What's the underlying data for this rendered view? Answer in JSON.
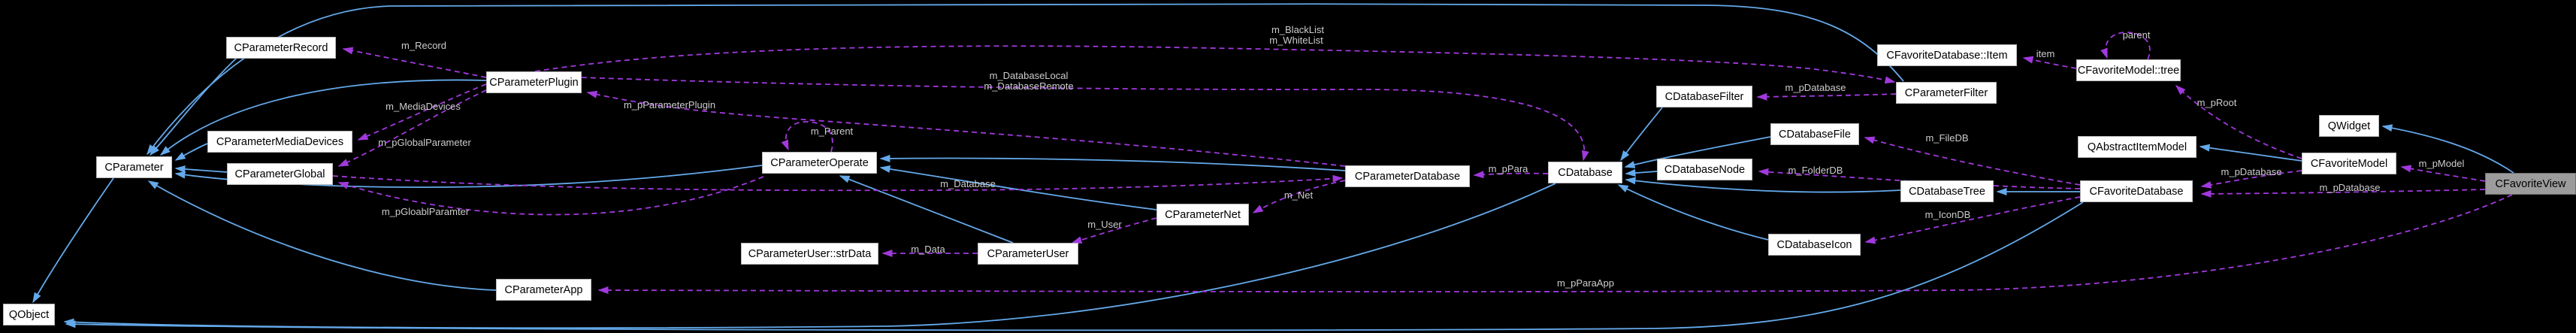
{
  "diagram": {
    "type": "collaboration-graph",
    "nodes": [
      {
        "id": "CParameterRecord",
        "label": "CParameterRecord"
      },
      {
        "id": "CParameterMediaDevices",
        "label": "CParameterMediaDevices"
      },
      {
        "id": "CParameter",
        "label": "CParameter"
      },
      {
        "id": "CParameterGlobal",
        "label": "CParameterGlobal"
      },
      {
        "id": "QObject",
        "label": "QObject"
      },
      {
        "id": "CParameterPlugin",
        "label": "CParameterPlugin"
      },
      {
        "id": "CParameterOperate",
        "label": "CParameterOperate"
      },
      {
        "id": "CParameterApp",
        "label": "CParameterApp"
      },
      {
        "id": "CParameterUserStrData",
        "label": "CParameterUser::strData"
      },
      {
        "id": "CParameterUser",
        "label": "CParameterUser"
      },
      {
        "id": "CParameterNet",
        "label": "CParameterNet"
      },
      {
        "id": "CParameterDatabase",
        "label": "CParameterDatabase"
      },
      {
        "id": "CDatabase",
        "label": "CDatabase"
      },
      {
        "id": "CDatabaseFilter",
        "label": "CDatabaseFilter"
      },
      {
        "id": "CDatabaseFile",
        "label": "CDatabaseFile"
      },
      {
        "id": "CDatabaseNode",
        "label": "CDatabaseNode"
      },
      {
        "id": "CDatabaseTree",
        "label": "CDatabaseTree"
      },
      {
        "id": "CDatabaseIcon",
        "label": "CDatabaseIcon"
      },
      {
        "id": "CFavoriteDatabaseItem",
        "label": "CFavoriteDatabase::Item"
      },
      {
        "id": "CParameterFilter",
        "label": "CParameterFilter"
      },
      {
        "id": "CFavoriteModelTree",
        "label": "CFavoriteModel::tree"
      },
      {
        "id": "QAbstractItemModel",
        "label": "QAbstractItemModel"
      },
      {
        "id": "CFavoriteDatabase",
        "label": "CFavoriteDatabase"
      },
      {
        "id": "QWidget",
        "label": "QWidget"
      },
      {
        "id": "CFavoriteModel",
        "label": "CFavoriteModel"
      },
      {
        "id": "CFavoriteView",
        "label": "CFavoriteView",
        "highlighted": true
      }
    ],
    "edge_labels": [
      {
        "id": "m_Record",
        "text": "m_Record"
      },
      {
        "id": "m_MediaDevices",
        "text": "m_MediaDevices"
      },
      {
        "id": "m_pGlobalParameter",
        "text": "m_pGlobalParameter"
      },
      {
        "id": "m_pGloablParamter",
        "text": "m_pGloablParamter"
      },
      {
        "id": "m_BlackList",
        "text": "m_BlackList"
      },
      {
        "id": "m_WhiteList",
        "text": "m_WhiteList"
      },
      {
        "id": "m_DatabaseLocal",
        "text": "m_DatabaseLocal"
      },
      {
        "id": "m_DatabaseRemote",
        "text": "m_DatabaseRemote"
      },
      {
        "id": "m_pParameterPlugin",
        "text": "m_pParameterPlugin"
      },
      {
        "id": "m_Parent",
        "text": "m_Parent"
      },
      {
        "id": "m_Database",
        "text": "m_Database"
      },
      {
        "id": "m_Net",
        "text": "m_Net"
      },
      {
        "id": "m_User",
        "text": "m_User"
      },
      {
        "id": "m_Data",
        "text": "m_Data"
      },
      {
        "id": "m_pPara",
        "text": "m_pPara"
      },
      {
        "id": "m_pDatabase_filter",
        "text": "m_pDatabase"
      },
      {
        "id": "m_FileDB",
        "text": "m_FileDB"
      },
      {
        "id": "m_FolderDB",
        "text": "m_FolderDB"
      },
      {
        "id": "m_IconDB",
        "text": "m_IconDB"
      },
      {
        "id": "item",
        "text": "item"
      },
      {
        "id": "parent",
        "text": "parent"
      },
      {
        "id": "m_pRoot",
        "text": "m_pRoot"
      },
      {
        "id": "m_pModel",
        "text": "m_pModel"
      },
      {
        "id": "m_pDatabase_model",
        "text": "m_pDatabase"
      },
      {
        "id": "m_pDatabase_view",
        "text": "m_pDatabase"
      },
      {
        "id": "m_pParaApp",
        "text": "m_pParaApp"
      }
    ],
    "colors": {
      "background": "#000000",
      "inheritance_edge": "#64a9ea",
      "usage_edge": "#a139dd",
      "node_fill": "#fefefe",
      "node_border": "#b9b9b9",
      "highlight_fill": "#9c9c9c",
      "highlight_border": "#6e6e6e",
      "node_text": "#000000",
      "edge_label_text": "#cdcdcd"
    }
  }
}
